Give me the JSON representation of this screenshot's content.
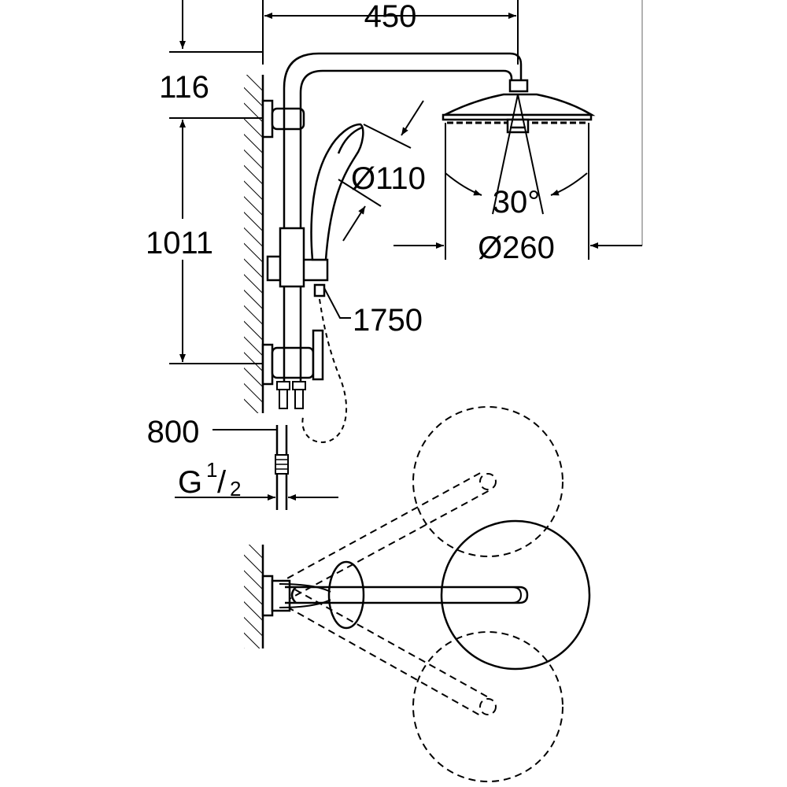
{
  "colors": {
    "line": "#000000",
    "background": "#ffffff"
  },
  "dimensions": {
    "arm_length": "450",
    "top_offset": "116",
    "rail_height": "1011",
    "handshower_diameter": "Ø110",
    "head_angle": "30°",
    "head_diameter": "Ø260",
    "hose_length": "1750",
    "supply_length": "800",
    "thread_prefix": "G",
    "thread_numerator": "1",
    "thread_slash": "/",
    "thread_denominator": "2"
  }
}
